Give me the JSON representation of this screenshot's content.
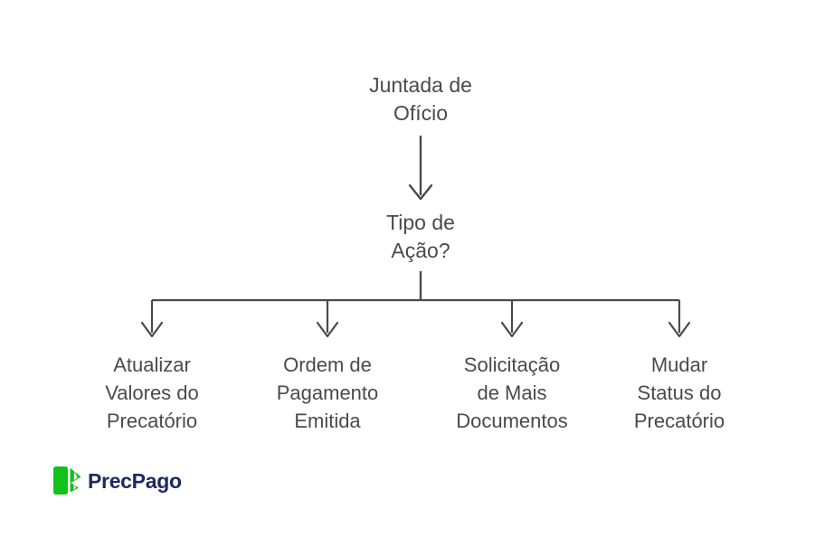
{
  "diagram": {
    "type": "flowchart",
    "background_color": "#ffffff",
    "line_color": "#4a4a4a",
    "text_color": "#4a4a4a",
    "root": {
      "id": "juntada-de-oficio",
      "label": "Juntada de\nOfício"
    },
    "decision": {
      "id": "tipo-de-acao",
      "label": "Tipo de\nAção?"
    },
    "branches": [
      {
        "id": "atualizar-valores",
        "label": "Atualizar\nValores do\nPrecatório"
      },
      {
        "id": "ordem-pagamento",
        "label": "Ordem de\nPagamento\nEmitida"
      },
      {
        "id": "solicitacao-documentos",
        "label": "Solicitação\nde Mais\nDocumentos"
      },
      {
        "id": "mudar-status",
        "label": "Mudar\nStatus do\nPrecatório"
      }
    ]
  },
  "branding": {
    "name": "PrecPago",
    "mark_color": "#12c21a",
    "text_color": "#1b2a5e"
  }
}
